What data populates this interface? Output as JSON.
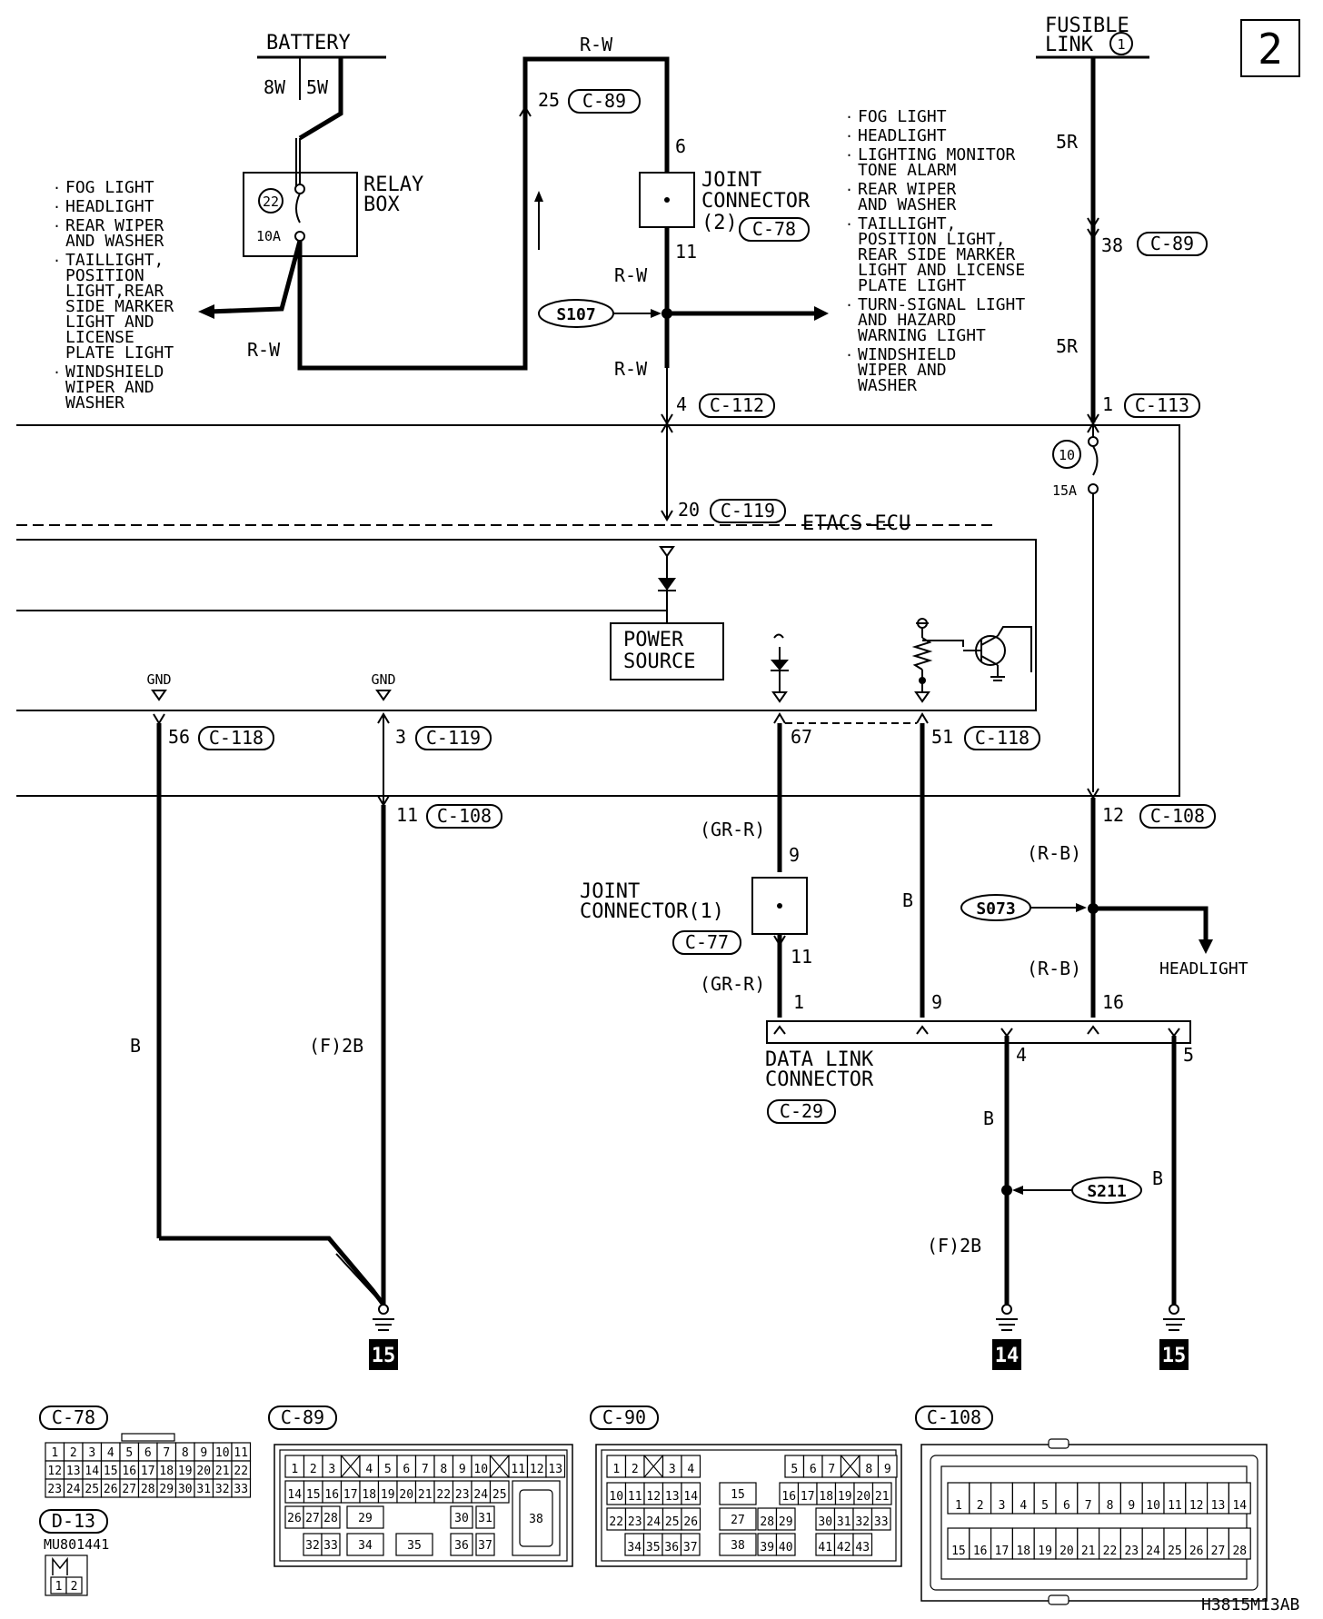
{
  "page_number": "2",
  "footer_code": "H3815M13AB",
  "battery": {
    "label": "BATTERY",
    "wire_a": "8W",
    "wire_b": "5W"
  },
  "fusible_link": {
    "line1": "FUSIBLE",
    "line2": "LINK",
    "num": "1",
    "wire": "5R"
  },
  "relay_box": {
    "line1": "RELAY",
    "line2": "BOX",
    "fuse_num": "22",
    "fuse_rating": "10A"
  },
  "left_loads": {
    "items": [
      [
        "FOG LIGHT"
      ],
      [
        "HEADLIGHT"
      ],
      [
        "REAR WIPER",
        "AND WASHER"
      ],
      [
        "TAILLIGHT,",
        "POSITION",
        "LIGHT,REAR",
        "SIDE MARKER",
        "LIGHT AND",
        "LICENSE",
        "PLATE LIGHT"
      ],
      [
        "WINDSHIELD",
        "WIPER AND",
        "WASHER"
      ]
    ]
  },
  "right_loads": {
    "items": [
      [
        "FOG LIGHT"
      ],
      [
        "HEADLIGHT"
      ],
      [
        "LIGHTING MONITOR",
        "TONE ALARM"
      ],
      [
        "REAR WIPER",
        "AND WASHER"
      ],
      [
        "TAILLIGHT,",
        "POSITION LIGHT,",
        "REAR SIDE MARKER",
        "LIGHT AND LICENSE",
        "PLATE LIGHT"
      ],
      [
        "TURN-SIGNAL LIGHT",
        "AND HAZARD",
        "WARNING LIGHT"
      ],
      [
        "WINDSHIELD",
        "WIPER AND",
        "WASHER"
      ]
    ]
  },
  "wires": {
    "rw": "R-W",
    "r5": "5R",
    "grr": "(GR-R)",
    "rb": "(R-B)",
    "b": "B",
    "f2b": "(F)2B"
  },
  "joint2": {
    "line1": "JOINT",
    "line2": "CONNECTOR",
    "line3": "(2)",
    "conn": "C-78",
    "pin_top": "6",
    "pin_bottom": "11"
  },
  "joint1": {
    "line1": "JOINT",
    "line2": "CONNECTOR(1)",
    "conn": "C-77",
    "pin_top": "9",
    "pin_bottom": "11"
  },
  "splices": {
    "s107": "S107",
    "s073": "S073",
    "s211": "S211"
  },
  "pins": {
    "p25": "25",
    "c89a": "C-89",
    "p38": "38",
    "c89b": "C-89",
    "p4": "4",
    "c112": "C-112",
    "p1": "1",
    "c113": "C-113",
    "p20": "20",
    "c119a": "C-119",
    "p56": "56",
    "c118a": "C-118",
    "p3": "3",
    "c119b": "C-119",
    "p67": "67",
    "p51": "51",
    "c118b": "C-118",
    "p11": "11",
    "c108a": "C-108",
    "p12": "12",
    "c108b": "C-108"
  },
  "fuse10": {
    "num": "10",
    "rating": "15A"
  },
  "ecu": {
    "label": "ETACS-ECU",
    "power1": "POWER",
    "power2": "SOURCE",
    "gnd1": "GND",
    "gnd2": "GND"
  },
  "dlc": {
    "line1": "DATA LINK",
    "line2": "CONNECTOR",
    "conn": "C-29",
    "pin1": "1",
    "pin9": "9",
    "pin16": "16",
    "pin4": "4",
    "pin5": "5"
  },
  "headlight_out": "HEADLIGHT",
  "grounds": {
    "g1": "15",
    "g2": "14",
    "g3": "15"
  },
  "connector_views": {
    "c78": {
      "label": "C-78",
      "rows": [
        [
          "1",
          "2",
          "3",
          "4",
          "5",
          "6",
          "7",
          "8",
          "9",
          "10",
          "11"
        ],
        [
          "12",
          "13",
          "14",
          "15",
          "16",
          "17",
          "18",
          "19",
          "20",
          "21",
          "22"
        ],
        [
          "23",
          "24",
          "25",
          "26",
          "27",
          "28",
          "29",
          "30",
          "31",
          "32",
          "33"
        ]
      ]
    },
    "d13": {
      "label": "D-13",
      "part": "MU801441",
      "pins": [
        "1",
        "2"
      ]
    },
    "c89": {
      "label": "C-89",
      "row1": [
        "1",
        "2",
        "3",
        "",
        "4",
        "5",
        "6",
        "7",
        "8",
        "9",
        "10",
        "",
        "11",
        "12",
        "13"
      ],
      "row2": [
        "14",
        "15",
        "16",
        "17",
        "18",
        "19",
        "20",
        "21",
        "22",
        "23",
        "24",
        "25"
      ],
      "row3": [
        "26",
        "27",
        "28",
        "29",
        "30",
        "31"
      ],
      "row4": [
        "32",
        "33",
        "34",
        "35",
        "36",
        "37"
      ],
      "big": "38"
    },
    "c90": {
      "label": "C-90",
      "row1": [
        "1",
        "2",
        "",
        "3",
        "4",
        "5",
        "6",
        "7",
        "",
        "8",
        "9"
      ],
      "row2": [
        "10",
        "11",
        "12",
        "13",
        "14",
        "15",
        "16",
        "17",
        "18",
        "19",
        "20",
        "21"
      ],
      "row3": [
        "22",
        "23",
        "24",
        "25",
        "26",
        "27",
        "28",
        "29",
        "30",
        "31",
        "32",
        "33"
      ],
      "row4": [
        "34",
        "35",
        "36",
        "37",
        "38",
        "39",
        "40",
        "41",
        "42",
        "43"
      ]
    },
    "c108": {
      "label": "C-108",
      "row1": [
        "1",
        "2",
        "3",
        "4",
        "5",
        "6",
        "7",
        "8",
        "9",
        "10",
        "11",
        "12",
        "13",
        "14"
      ],
      "row2": [
        "15",
        "16",
        "17",
        "18",
        "19",
        "20",
        "21",
        "22",
        "23",
        "24",
        "25",
        "26",
        "27",
        "28"
      ]
    }
  }
}
